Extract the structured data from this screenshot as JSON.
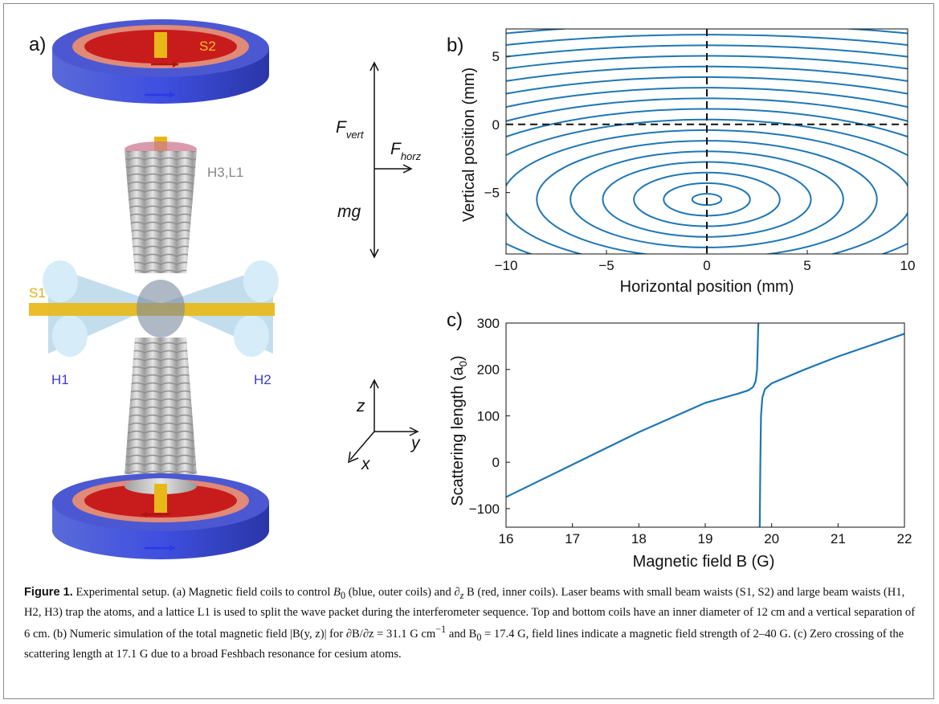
{
  "panel_a": {
    "label": "a)",
    "beam_s2": "S2",
    "beam_s1": "S1",
    "beam_h1": "H1",
    "beam_h2": "H2",
    "beam_h3l1": "H3,L1",
    "force_vert_main": "F",
    "force_vert_sub": "vert",
    "force_horz_main": "F",
    "force_horz_sub": "horz",
    "force_mg": "mg",
    "axis_z": "z",
    "axis_y": "y",
    "axis_x": "x",
    "colors": {
      "outer_coil": "#3f4fd8",
      "inner_coil": "#cc2020",
      "beam_s": "#e8b818",
      "beam_h": "#a9d6f2",
      "label_blue": "#3b3bd6",
      "label_gray": "#888888"
    }
  },
  "chart_data": [
    {
      "panel_label": "b)",
      "type": "contour",
      "xlabel": "Horizontal position (mm)",
      "ylabel": "Vertical position (mm)",
      "xlim": [
        -10,
        10
      ],
      "ylim": [
        -9.5,
        7
      ],
      "xticks": [
        -10,
        -5,
        0,
        5,
        10
      ],
      "yticks": [
        -5,
        0,
        5
      ],
      "center": [
        0,
        -5.5
      ],
      "level_count": 19,
      "dashed_lines": {
        "x": 0,
        "y": 0
      },
      "line_color": "#1f77b4"
    },
    {
      "panel_label": "c)",
      "type": "line",
      "xlabel": "Magnetic field B (G)",
      "ylabel": "Scattering length (a₀)",
      "ylabel_main": "Scattering length (a",
      "ylabel_sub": "0",
      "ylabel_end": ")",
      "xlim": [
        16,
        22
      ],
      "ylim": [
        -140,
        300
      ],
      "xticks": [
        16,
        17,
        18,
        19,
        20,
        21,
        22
      ],
      "yticks": [
        -100,
        0,
        100,
        200,
        300
      ],
      "resonance_B": 19.82,
      "series": [
        {
          "x": [
            16,
            17,
            18,
            19,
            19.5,
            19.65,
            19.72,
            19.76,
            19.78,
            19.79,
            19.8
          ],
          "y": [
            -75,
            -5,
            65,
            128,
            148,
            155,
            162,
            175,
            200,
            250,
            300
          ]
        },
        {
          "x": [
            19.82,
            19.83,
            19.84,
            19.86,
            19.9,
            20,
            20.5,
            21,
            22
          ],
          "y": [
            -140,
            0,
            100,
            140,
            158,
            170,
            200,
            228,
            277
          ]
        }
      ],
      "line_color": "#1f77b4"
    }
  ],
  "caption": {
    "label": "Figure 1.",
    "seg1": " Experimental setup. (a) Magnetic field coils to control ",
    "B0": "B",
    "B0_sub": "0",
    "seg2": " (blue, outer coils) and ∂",
    "z_sub": "z",
    "seg3": " B (red, inner coils). Laser beams with small beam waists (S1, S2) and large beam waists (H1, H2, H3) trap the atoms, and a lattice L1 is used to split the wave packet during the interferometer sequence. Top and bottom coils have an inner diameter of 12 cm and a vertical separation of 6 cm. (b) Numeric simulation of the total magnetic field |B(y, z)| for ∂B/∂z = 31.1 G cm",
    "sup": "−1",
    "seg4": " and B",
    "seg4_sub": "0",
    "seg5": " = 17.4 G, field lines indicate a magnetic field strength of 2–40 G. (c) Zero crossing of the scattering length at 17.1 G due to a broad Feshbach resonance for cesium atoms."
  }
}
